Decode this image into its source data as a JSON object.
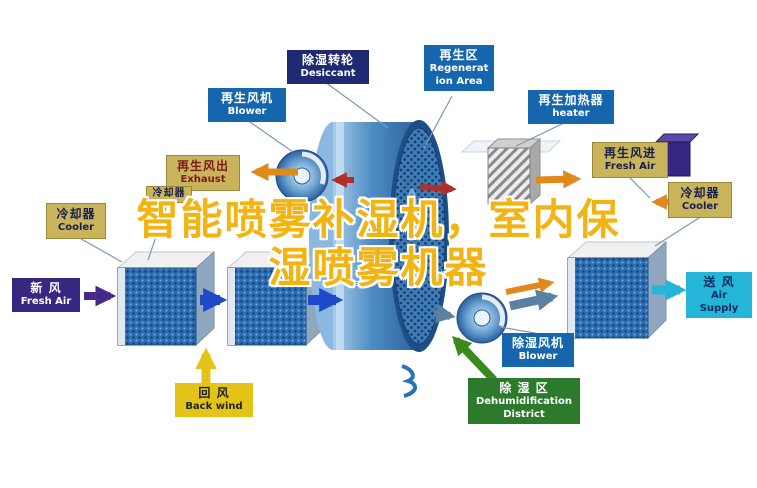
{
  "watermark": {
    "line1": "智能喷雾补湿机，室内保",
    "line2": "湿喷雾机器",
    "color": "#f2b413"
  },
  "labels": {
    "desiccant": {
      "zh": "除湿转轮",
      "en": "Desiccant"
    },
    "regeneration_area": {
      "zh": "再生区",
      "en": "Regeneration Area"
    },
    "regen_blower": {
      "zh": "再生风机",
      "en": "Blower"
    },
    "regen_heater": {
      "zh": "再生加热器",
      "en": "heater"
    },
    "exhaust": {
      "zh": "再生风出",
      "en": "Exhaust"
    },
    "regen_fresh_air": {
      "zh": "再生风进",
      "en": "Fresh Air"
    },
    "cooler_left": {
      "zh": "冷却器",
      "en": "Cooler"
    },
    "cooler_small": {
      "zh": "冷却器"
    },
    "cooler_right": {
      "zh": "冷却器",
      "en": "Cooler"
    },
    "fresh_air": {
      "zh": "新  风",
      "en": "Fresh Air"
    },
    "air_supply": {
      "zh": "送  风",
      "en": "Air Supply"
    },
    "back_wind": {
      "zh": "回  风",
      "en": "Back wind"
    },
    "dehumid_blower": {
      "zh": "除湿风机",
      "en": "Blower"
    },
    "dehumid_district": {
      "zh": "除  湿  区",
      "en_line1": "Dehumidification",
      "en_line2": "District"
    }
  },
  "palette": {
    "label_blue": "#1566ad",
    "label_navy": "#1f2a72",
    "label_tan": "#c9b45c",
    "label_indigo": "#372780",
    "label_cyan": "#25b5d8",
    "label_yellow": "#e5c419",
    "label_green": "#2c7a2c",
    "arrow_orange": "#e08a1e",
    "arrow_red": "#b03028",
    "arrow_blue": "#1f49c8",
    "arrow_purple": "#452a8a",
    "arrow_yellow": "#e5c419",
    "arrow_cyan": "#25b5d8",
    "arrow_steel": "#5a82a0",
    "arrow_green": "#3a8a1e",
    "watermark_gold": "#f2b413"
  }
}
